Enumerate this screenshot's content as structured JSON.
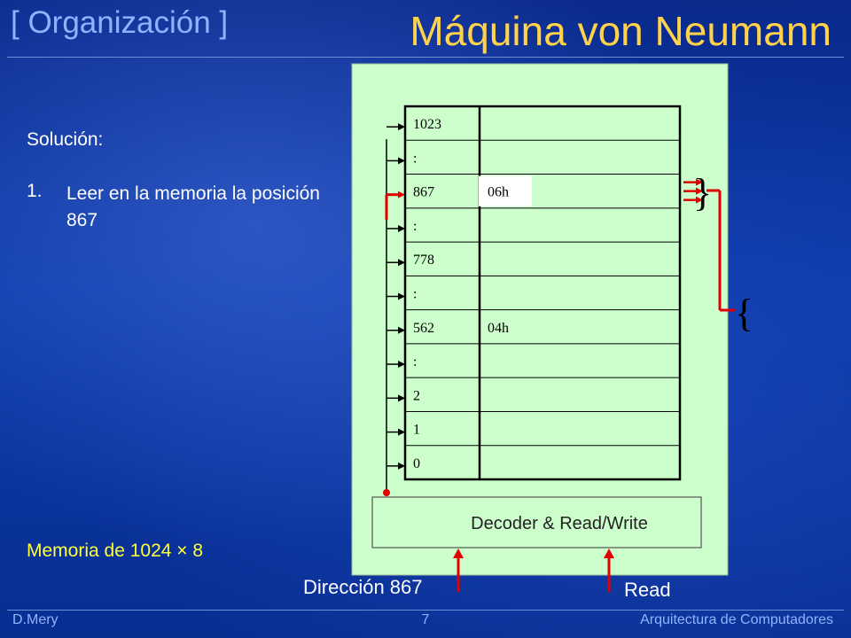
{
  "header": {
    "section": "[ Organización ]",
    "title": "Máquina von Neumann"
  },
  "content": {
    "solution_label": "Solución:",
    "step_number": "1.",
    "step_text": "Leer en la memoria la posición 867",
    "memory_caption": "Memoria de 1024 × 8"
  },
  "diagram": {
    "rows": [
      {
        "address": "1023",
        "value": "",
        "highlight": false
      },
      {
        "address": ":",
        "value": "",
        "highlight": false
      },
      {
        "address": "867",
        "value": "06h",
        "highlight": true
      },
      {
        "address": ":",
        "value": "",
        "highlight": false
      },
      {
        "address": "778",
        "value": "",
        "highlight": false
      },
      {
        "address": ":",
        "value": "",
        "highlight": false
      },
      {
        "address": "562",
        "value": "04h",
        "highlight": false
      },
      {
        "address": ":",
        "value": "",
        "highlight": false
      },
      {
        "address": "2",
        "value": "",
        "highlight": false
      },
      {
        "address": "1",
        "value": "",
        "highlight": false
      },
      {
        "address": "0",
        "value": "",
        "highlight": false
      }
    ],
    "decoder_label": "Decoder & Read/Write",
    "address_input_label": "Dirección 867",
    "control_input_label": "Read",
    "colors": {
      "panel": "#ccffcc",
      "signal": "#e00000",
      "line": "#000000"
    }
  },
  "footer": {
    "author": "D.Mery",
    "page": "7",
    "course": "Arquitectura de Computadores"
  }
}
